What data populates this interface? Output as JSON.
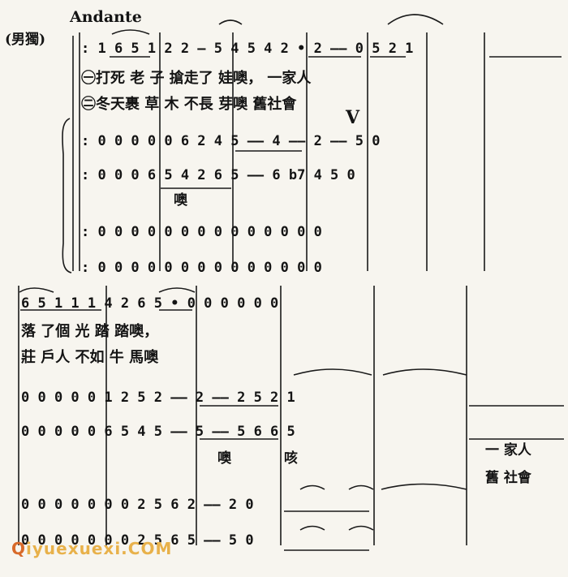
{
  "score": {
    "tempo": "Andante",
    "role": "(男獨)",
    "system1": {
      "voice": ":  1 6 5  1        2  2    —     5 4 5  4 2 •  2  ——  0 5 2 1",
      "lyric1": "㊀打死  老    子         搶走了 娃噢，     一家人",
      "lyric2": "㊁冬天裹 草    木         不長   芽噢       舊社會",
      "staff1": ":  0     0  0     0  0 6 2 4  5 ——  4 ——  2 ——  5     0",
      "staff2": ":  0     0  0 6 5 4  2    6  5 —— 6  b7  4  5     0",
      "staff2_lyric": "噢",
      "staff3": ":  0     0  0     0  0     0  0   0  0   0  0   0  0     0",
      "staff4": ":  0     0  0     0  0     0  0   0  0   0  0   0  0     0"
    },
    "system2": {
      "voice": "6 5   1 1  1     4 2  6 5  •     0      0  0      0  0     0",
      "lyric1": "落    了個  光    踏    踏噢，",
      "lyric2": "莊    戶人  不如  牛    馬噢",
      "staff1": "0     0  0     0  0 1  2 5  2 ——   2 ——  2 5  2 1",
      "staff2": "0     0  0     0  0 6  5 4  5 ——   5 ——  5 6  6 5",
      "staff2_lyric_a": "噢",
      "staff2_lyric_b": "咳",
      "staff2_lyric_c": "一   家人",
      "staff2_lyric_d": "舊   社會",
      "staff3": "0     0  0     0  0     0  0 2  5 6  2 ——  2     0",
      "staff4": "0     0  0     0  0     0  0 2  5 6  5 ——  5     0"
    },
    "breath_mark": "V",
    "watermark_prefix": "Q",
    "watermark": "iyuexuexi.COM"
  }
}
